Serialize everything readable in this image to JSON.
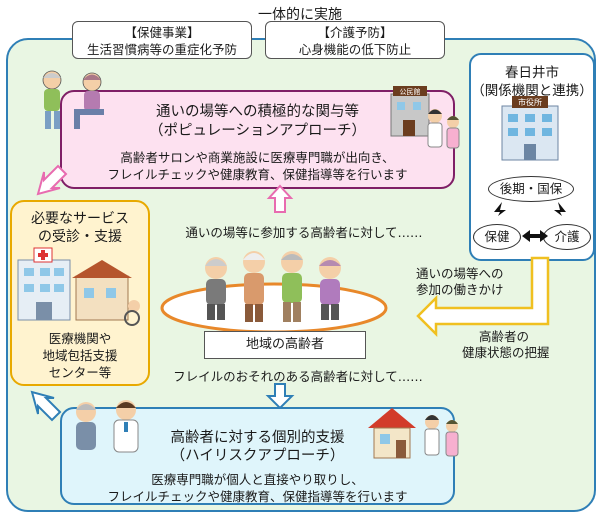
{
  "header": {
    "title": "一体的に実施"
  },
  "top_boxes": [
    {
      "title": "【保健事業】",
      "desc": "生活習慣病等の重症化予防"
    },
    {
      "title": "【介護予防】",
      "desc": "心身機能の低下防止"
    }
  ],
  "population": {
    "title": "通いの場等への積極的な関与等",
    "subtitle": "（ポピュレーションアプローチ）",
    "desc1": "高齢者サロンや商業施設に医療専門職が出向き、",
    "desc2": "フレイルチェックや健康教育、保健指導等を行います"
  },
  "high_risk": {
    "title": "高齢者に対する個別的支援",
    "subtitle": "（ハイリスクアプローチ）",
    "desc1": "医療専門職が個人と直接やり取りし、",
    "desc2": "フレイルチェックや健康教育、保健指導等を行います"
  },
  "services": {
    "title1": "必要なサービス",
    "title2": "の受診・支援",
    "desc1": "医療機関や",
    "desc2": "地域包括支援",
    "desc3": "センター等"
  },
  "city": {
    "name": "春日井市",
    "sub": "（関係機関と連携）",
    "sign": "市役所",
    "ovals": [
      "後期・国保",
      "保健",
      "介護"
    ]
  },
  "center": {
    "label_top": "通いの場等に参加する高齢者に対して……",
    "region": "地域の高齢者",
    "label_bottom": "フレイルのおそれのある高齢者に対して……"
  },
  "right_labels": {
    "encourage1": "通いの場等への",
    "encourage2": "参加の働きかけ",
    "grasp1": "高齢者の",
    "grasp2": "健康状態の把握"
  },
  "public_hall_sign": "公民館",
  "colors": {
    "outer_border": "#2f7fb6",
    "outer_fill": "#e9f6e3",
    "pink_fill": "#fde1f0",
    "pink_border": "#7f1f66",
    "blue_fill": "#dff5fb",
    "yellow_fill": "#fff3cf",
    "yellow_border": "#e8a900",
    "arrow_pink": "#e86bb0",
    "arrow_blue": "#2f7fb6",
    "arrow_yellow": "#f0c020"
  }
}
